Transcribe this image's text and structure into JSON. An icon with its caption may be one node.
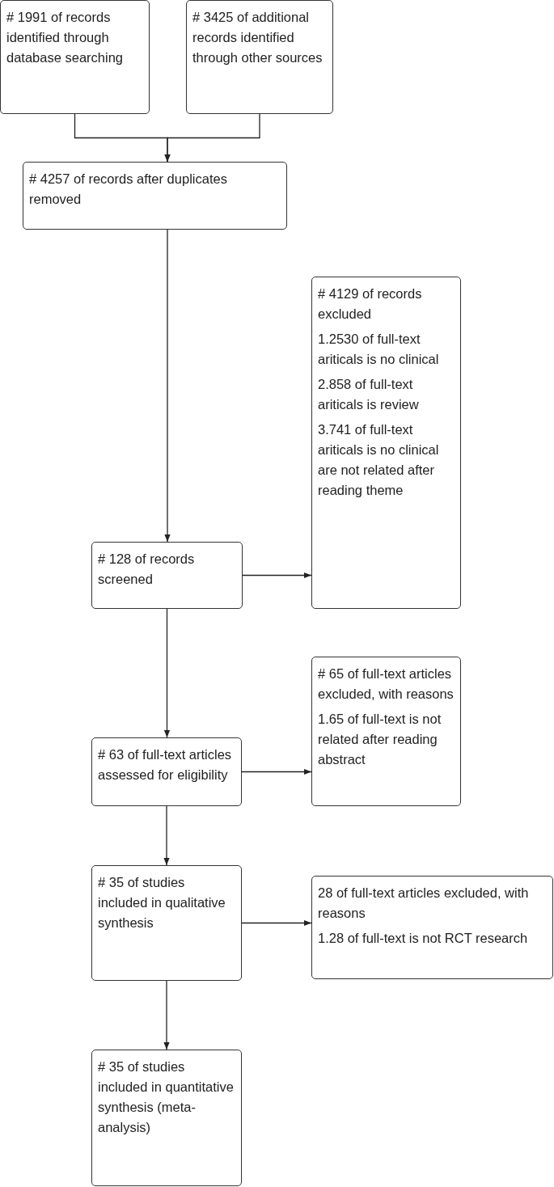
{
  "diagram": {
    "nodes": [
      {
        "text": [
          "# 1991 of records identified through database searching"
        ]
      },
      {
        "text": [
          "# 3425 of additional records identified through other sources"
        ]
      },
      {
        "text": [
          "# 4257 of records after duplicates removed"
        ]
      },
      {
        "text": [
          "# 4129 of records excluded",
          "1.2530 of full-text ariticals is no clinical",
          "2.858 of full-text ariticals is review",
          "3.741 of full-text ariticals is no clinical are not related after reading theme"
        ]
      },
      {
        "text": [
          "# 128 of records screened"
        ]
      },
      {
        "text": [
          "# 65 of full-text articles excluded, with reasons",
          "1.65 of full-text is not related after reading abstract"
        ]
      },
      {
        "text": [
          "# 63 of full-text articles assessed for eligibility"
        ]
      },
      {
        "text": [
          "# 35 of studies included in qualitative synthesis"
        ]
      },
      {
        "text": [
          "28 of full-text articles excluded, with reasons",
          "1.28 of full-text is not RCT research"
        ]
      },
      {
        "text": [
          "# 35 of studies included in quantitative synthesis (meta-analysis)"
        ]
      }
    ],
    "edges": [
      {
        "from": 0,
        "to": 2,
        "arrow": "to"
      },
      {
        "from": 1,
        "to": 2,
        "arrow": "to"
      },
      {
        "from": 2,
        "to": 4,
        "arrow": "to"
      },
      {
        "from": 4,
        "to": 3,
        "arrow": "to"
      },
      {
        "from": 4,
        "to": 6,
        "arrow": "to"
      },
      {
        "from": 6,
        "to": 5,
        "arrow": "to"
      },
      {
        "from": 6,
        "to": 7,
        "arrow": "to"
      },
      {
        "from": 7,
        "to": 8,
        "arrow": "to"
      },
      {
        "from": 7,
        "to": 9,
        "arrow": "to"
      }
    ]
  }
}
